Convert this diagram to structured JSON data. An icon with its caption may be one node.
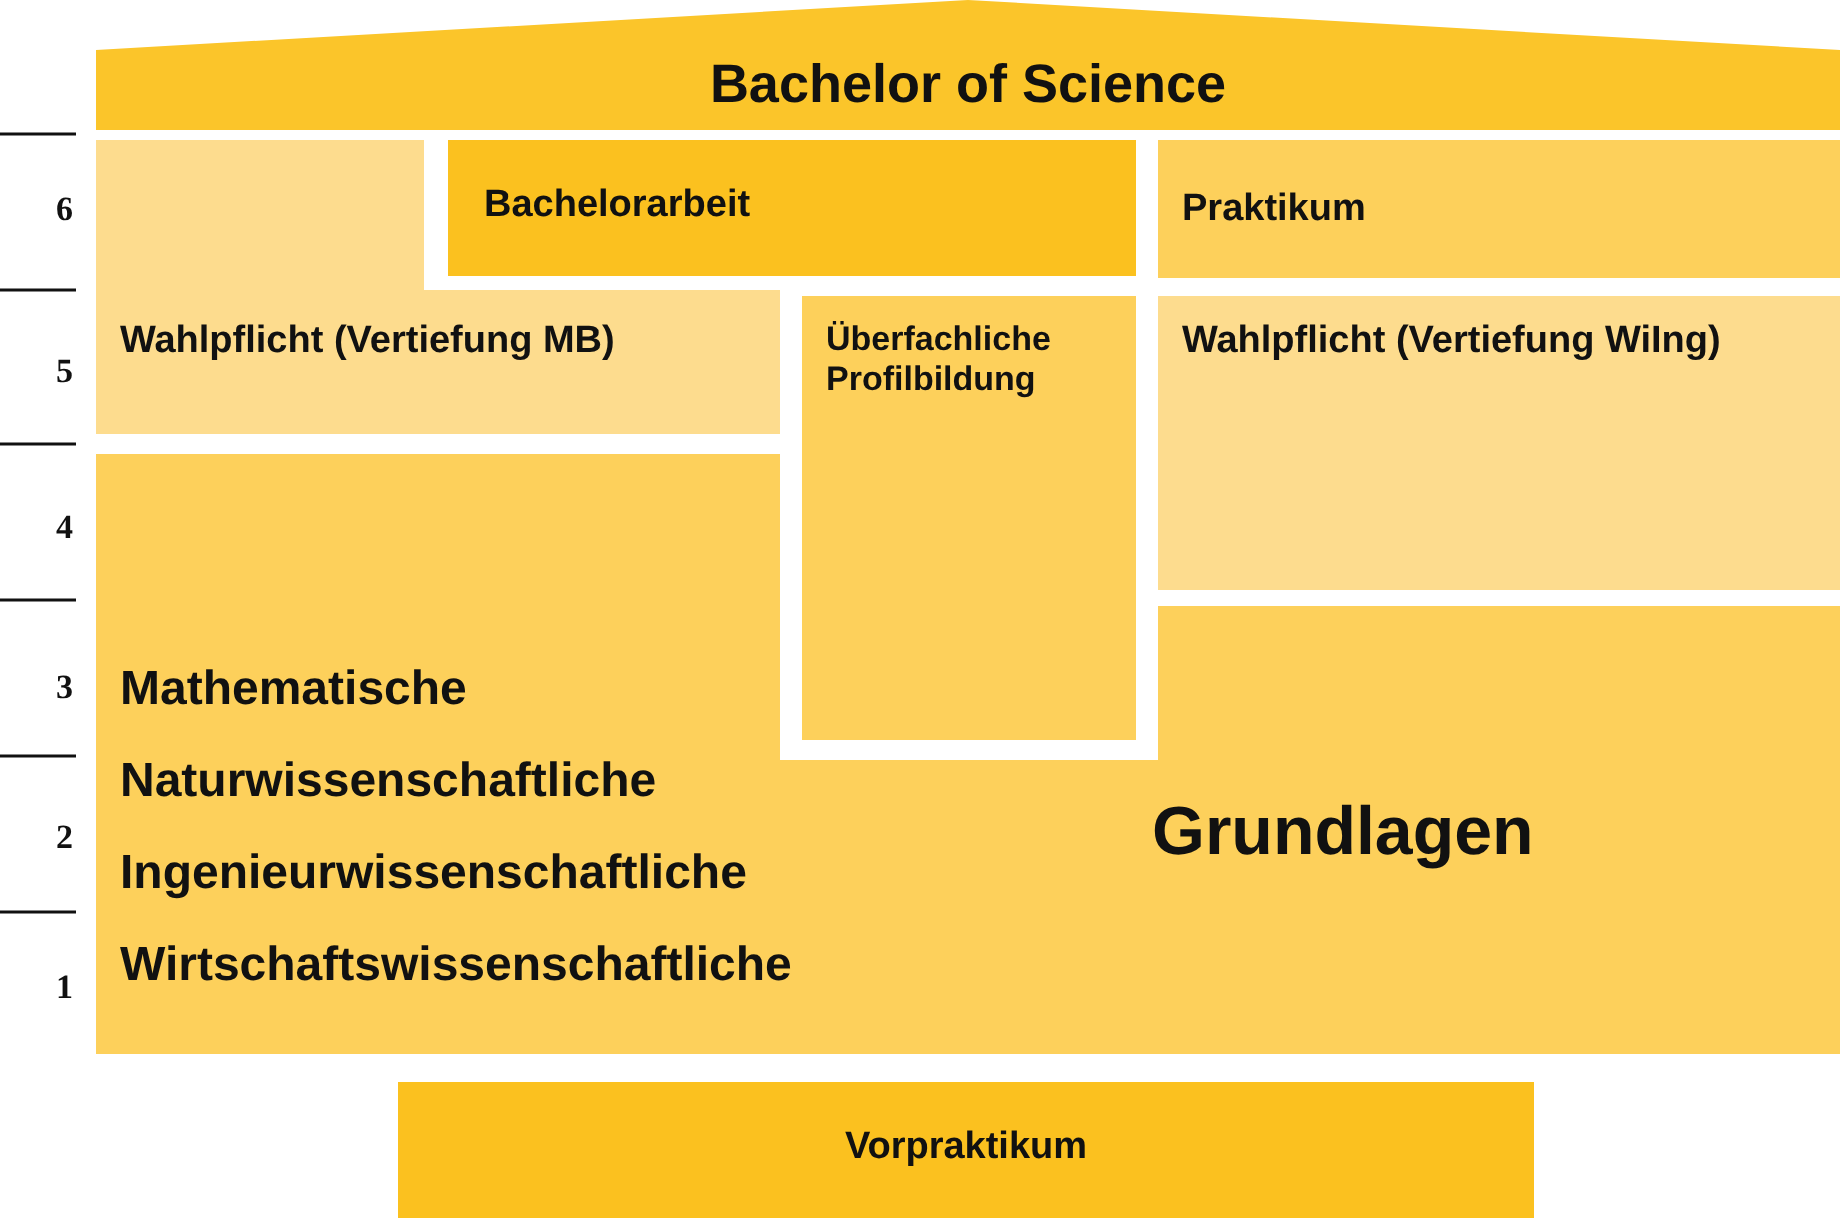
{
  "diagram": {
    "nodes": [
      {
        "text": [
          "Bachelor of Science"
        ]
      },
      {
        "text": [
          "Wahlpflicht (Vertiefung MB)"
        ]
      },
      {
        "text": [
          "Bachelorarbeit"
        ]
      },
      {
        "text": [
          "Praktikum"
        ]
      },
      {
        "text": [
          "Überfachliche Profilbildung"
        ]
      },
      {
        "text": [
          "Wahlpflicht (Vertiefung WiIng)"
        ]
      },
      {
        "text": [
          "Mathematische",
          "Naturwissenschaftliche",
          "Ingenieurwissenschaftliche",
          "Wirtschaftswissenschaftliche",
          "Grundlagen"
        ]
      },
      {
        "text": [
          "Vorpraktikum"
        ]
      }
    ],
    "labels": [
      "6",
      "5",
      "4",
      "3",
      "2",
      "1"
    ]
  }
}
